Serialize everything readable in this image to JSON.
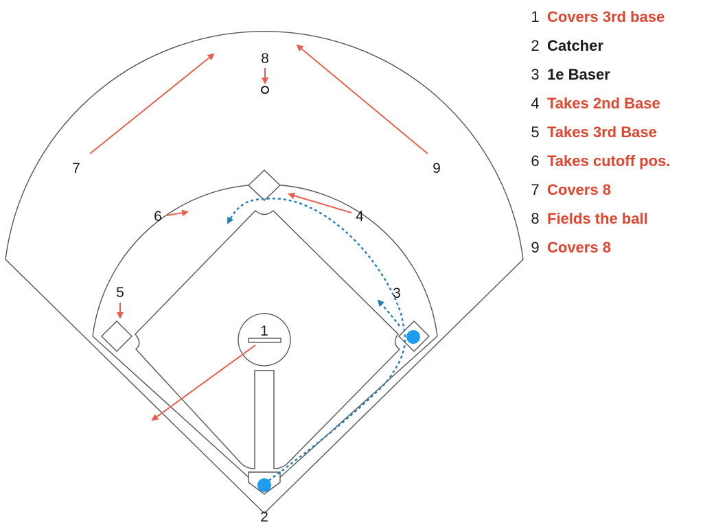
{
  "positions": {
    "p1": "1",
    "p2": "2",
    "p3": "3",
    "p4": "4",
    "p5": "5",
    "p6": "6",
    "p7": "7",
    "p8": "8",
    "p9": "9"
  },
  "colors": {
    "action": "#e0462f",
    "default": "#1a1a1a",
    "arrow": "#e8604d",
    "dashed_path": "#1f7fb8",
    "player_marker": "#1e9cf0",
    "field_line": "#555555"
  },
  "legend": [
    {
      "num": "1",
      "text": "Covers 3rd base",
      "color": "#e0462f"
    },
    {
      "num": "2",
      "text": "Catcher",
      "color": "#1a1a1a"
    },
    {
      "num": "3",
      "text": "1e Baser",
      "color": "#1a1a1a"
    },
    {
      "num": "4",
      "text": "Takes 2nd Base",
      "color": "#e0462f"
    },
    {
      "num": "5",
      "text": "Takes 3rd Base",
      "color": "#e0462f"
    },
    {
      "num": "6",
      "text": "Takes cutoff pos.",
      "color": "#e0462f"
    },
    {
      "num": "7",
      "text": "Covers 8",
      "color": "#e0462f"
    },
    {
      "num": "8",
      "text": "Fields the ball",
      "color": "#e0462f"
    },
    {
      "num": "9",
      "text": "Covers 8",
      "color": "#e0462f"
    }
  ]
}
